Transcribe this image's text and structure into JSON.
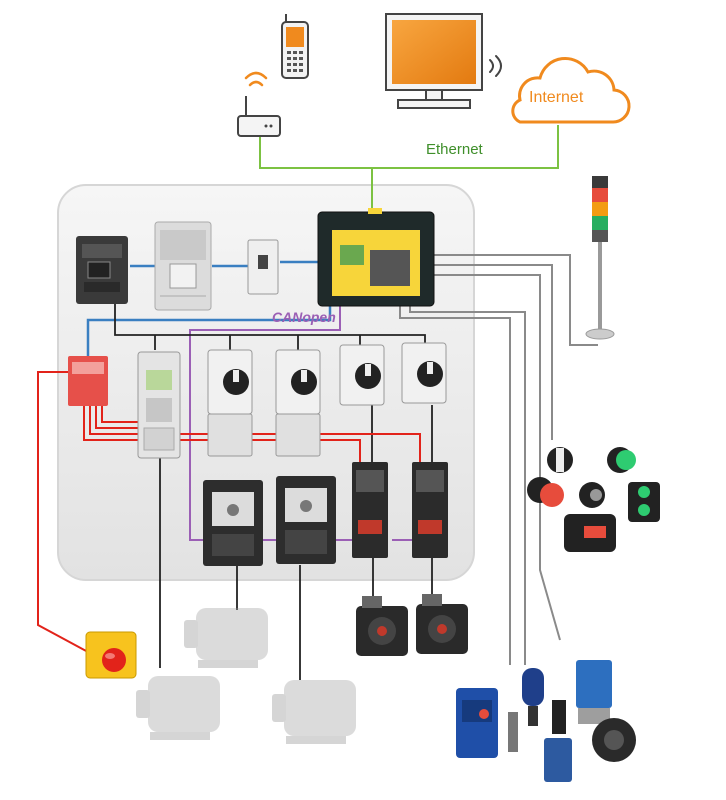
{
  "labels": {
    "internet": "Internet",
    "ethernet": "Ethernet",
    "canopen": "CANopen"
  },
  "colors": {
    "accent": "#f08a1e",
    "ethernet_line": "#7cc242",
    "blue_line": "#3a7fc1",
    "purple_line": "#9b5fb5",
    "red_line": "#e2231a",
    "black_line": "#222222",
    "gray_line": "#8a8a8a",
    "panel": "#e9e9e9"
  },
  "icons": [
    "mobile-phone-icon",
    "wifi-signal-icon",
    "wireless-router-icon",
    "computer-monitor-icon",
    "internet-cloud-icon",
    "signal-tower-light-icon"
  ]
}
